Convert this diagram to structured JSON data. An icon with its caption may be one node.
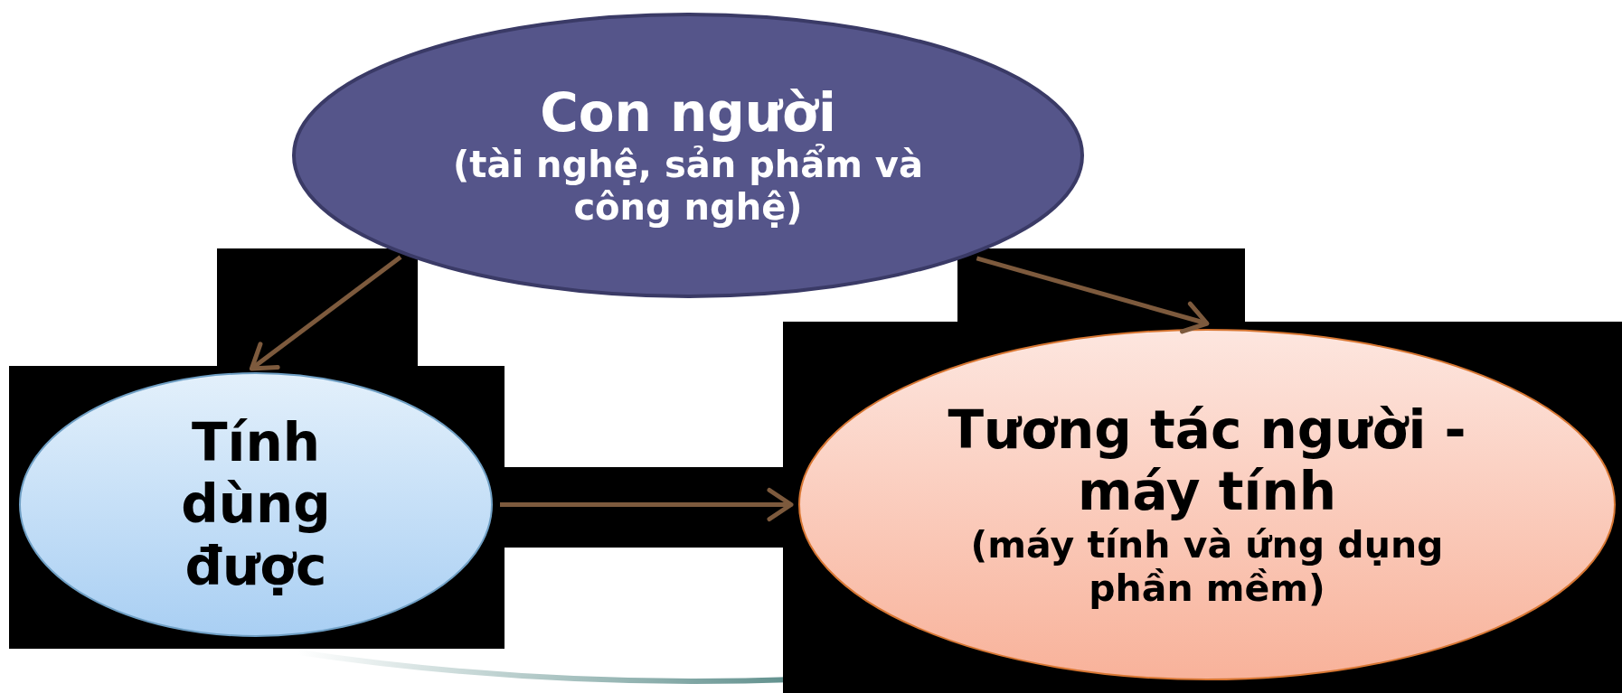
{
  "diagram": {
    "nodes": [
      {
        "text": [
          "Con người",
          "(tài nghệ, sản phẩm và công nghệ)"
        ]
      },
      {
        "text": [
          "Tính dùng được"
        ]
      },
      {
        "text": [
          "Tương tác người - máy tính",
          "(máy tính và ứng dụng phần mềm)"
        ]
      }
    ],
    "edges": [
      {
        "from": 0,
        "to": 1,
        "arrow": "to"
      },
      {
        "from": 0,
        "to": 2,
        "arrow": "to"
      },
      {
        "from": 1,
        "to": 2,
        "arrow": "to"
      }
    ]
  }
}
